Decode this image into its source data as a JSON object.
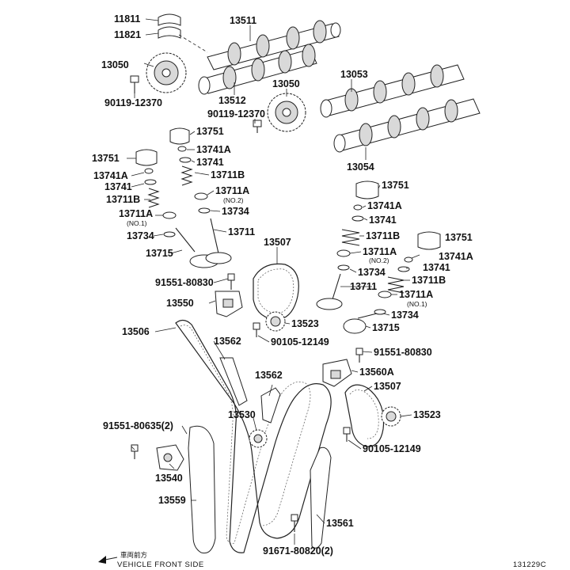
{
  "parts": {
    "p11811": "11811",
    "p11821": "11821",
    "p13511": "13511",
    "p13050a": "13050",
    "p13512": "13512",
    "p13050b": "13050",
    "p90119a": "90119-12370",
    "p90119b": "90119-12370",
    "p13053": "13053",
    "p13054": "13054",
    "p13751a": "13751",
    "p13741Aa": "13741A",
    "p13741a": "13741",
    "p13711Ba": "13711B",
    "p13711Aa": "13711A",
    "p13734a": "13734",
    "p13711a": "13711",
    "p13751b": "13751",
    "p13741Ab": "13741A",
    "p13741b": "13741",
    "p13711Bb": "13711B",
    "p13711Ab": "13711A",
    "p13734b": "13734",
    "p13715a": "13715",
    "p13507a": "13507",
    "p13751c": "13751",
    "p13741Ac": "13741A",
    "p13741c": "13741",
    "p13711Bc": "13711B",
    "p13711Ac": "13711A",
    "p13734c": "13734",
    "p13711c": "13711",
    "p13751d": "13751",
    "p13741Ad": "13741A",
    "p13741d": "13741",
    "p13711Bd": "13711B",
    "p13711Ad": "13711A",
    "p13734d": "13734",
    "p13715b": "13715",
    "p91551a": "91551-80830",
    "p13550": "13550",
    "p13523a": "13523",
    "p13506": "13506",
    "p90105a": "90105-12149",
    "p13562a": "13562",
    "p91551b": "91551-80830",
    "p13560A": "13560A",
    "p13562b": "13562",
    "p13507b": "13507",
    "p13530": "13530",
    "p13523b": "13523",
    "p91551c": "91551-80635(2)",
    "p90105b": "90105-12149",
    "p13540": "13540",
    "p13559": "13559",
    "p13561": "13561",
    "p91671": "91671-80820(2)"
  },
  "notes": {
    "no2a": "(NO.2)",
    "no1a": "(NO.1)",
    "no2b": "(NO.2)",
    "no1b": "(NO.1)"
  },
  "footer": {
    "front_cjk": "車両前方",
    "front_en": "VEHICLE FRONT SIDE",
    "drawing_no": "131229C"
  }
}
